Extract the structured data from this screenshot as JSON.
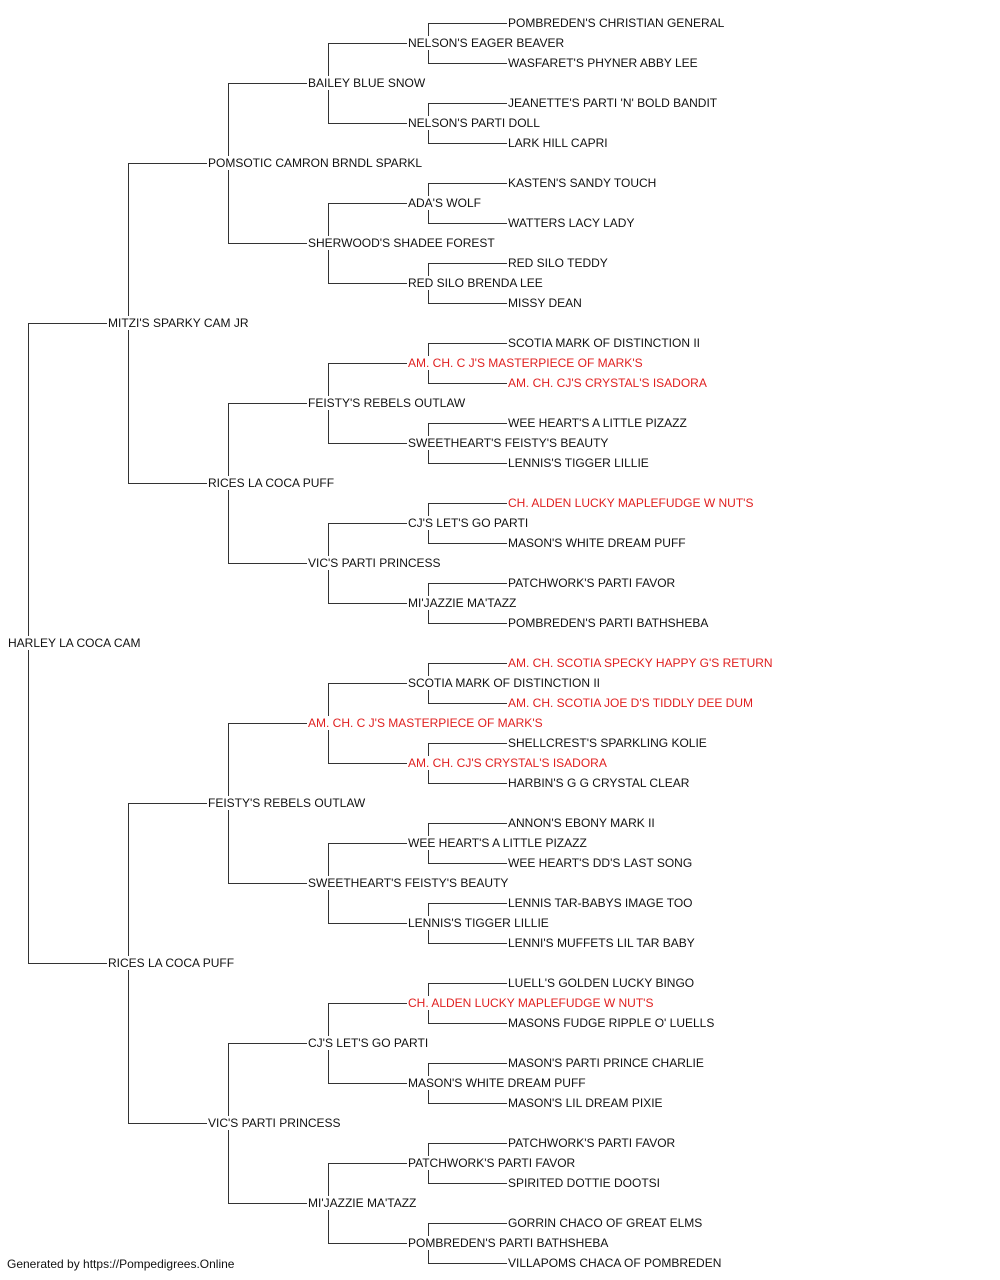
{
  "pedigree": {
    "subject": {
      "name": "HARLEY LA COCA CAM",
      "champion": false
    },
    "sire": {
      "name": "MITZI'S SPARKY CAM JR",
      "champion": false,
      "sire": {
        "name": "POMSOTIC CAMRON BRNDL SPARKL",
        "champion": false,
        "sire": {
          "name": "BAILEY BLUE SNOW",
          "champion": false,
          "sire": {
            "name": "NELSON'S EAGER BEAVER",
            "champion": false,
            "sire": {
              "name": "POMBREDEN'S CHRISTIAN GENERAL",
              "champion": false
            },
            "dam": {
              "name": "WASFARET'S PHYNER ABBY LEE",
              "champion": false
            }
          },
          "dam": {
            "name": "NELSON'S PARTI DOLL",
            "champion": false,
            "sire": {
              "name": "JEANETTE'S PARTI 'N' BOLD BANDIT",
              "champion": false
            },
            "dam": {
              "name": "LARK HILL CAPRI",
              "champion": false
            }
          }
        },
        "dam": {
          "name": "SHERWOOD'S SHADEE FOREST",
          "champion": false,
          "sire": {
            "name": "ADA'S WOLF",
            "champion": false,
            "sire": {
              "name": "KASTEN'S SANDY TOUCH",
              "champion": false
            },
            "dam": {
              "name": "WATTERS LACY LADY",
              "champion": false
            }
          },
          "dam": {
            "name": "RED SILO BRENDA LEE",
            "champion": false,
            "sire": {
              "name": "RED SILO TEDDY",
              "champion": false
            },
            "dam": {
              "name": "MISSY DEAN",
              "champion": false
            }
          }
        }
      },
      "dam": {
        "name": "RICES LA COCA PUFF",
        "champion": false,
        "sire": {
          "name": "FEISTY'S REBELS OUTLAW",
          "champion": false,
          "sire": {
            "name": "AM. CH. C J'S MASTERPIECE OF MARK'S",
            "champion": true,
            "sire": {
              "name": "SCOTIA MARK OF DISTINCTION II",
              "champion": false
            },
            "dam": {
              "name": "AM. CH. CJ'S CRYSTAL'S ISADORA",
              "champion": true
            }
          },
          "dam": {
            "name": "SWEETHEART'S FEISTY'S BEAUTY",
            "champion": false,
            "sire": {
              "name": "WEE HEART'S A LITTLE PIZAZZ",
              "champion": false
            },
            "dam": {
              "name": "LENNIS'S TIGGER LILLIE",
              "champion": false
            }
          }
        },
        "dam": {
          "name": "VIC'S PARTI PRINCESS",
          "champion": false,
          "sire": {
            "name": "CJ'S LET'S GO PARTI",
            "champion": false,
            "sire": {
              "name": "CH. ALDEN LUCKY MAPLEFUDGE W NUT'S",
              "champion": true
            },
            "dam": {
              "name": "MASON'S WHITE DREAM PUFF",
              "champion": false
            }
          },
          "dam": {
            "name": "MI'JAZZIE MA'TAZZ",
            "champion": false,
            "sire": {
              "name": "PATCHWORK'S PARTI FAVOR",
              "champion": false
            },
            "dam": {
              "name": "POMBREDEN'S PARTI BATHSHEBA",
              "champion": false
            }
          }
        }
      }
    },
    "dam": {
      "name": "RICES LA COCA PUFF",
      "champion": false,
      "sire": {
        "name": "FEISTY'S REBELS OUTLAW",
        "champion": false,
        "sire": {
          "name": "AM. CH. C J'S MASTERPIECE OF MARK'S",
          "champion": true,
          "sire": {
            "name": "SCOTIA MARK OF DISTINCTION II",
            "champion": false,
            "sire": {
              "name": "AM. CH. SCOTIA SPECKY HAPPY G'S RETURN",
              "champion": true
            },
            "dam": {
              "name": "AM. CH. SCOTIA JOE D'S TIDDLY DEE DUM",
              "champion": true
            }
          },
          "dam": {
            "name": "AM. CH. CJ'S CRYSTAL'S ISADORA",
            "champion": true,
            "sire": {
              "name": "SHELLCREST'S SPARKLING KOLIE",
              "champion": false
            },
            "dam": {
              "name": "HARBIN'S G G CRYSTAL CLEAR",
              "champion": false
            }
          }
        },
        "dam": {
          "name": "SWEETHEART'S FEISTY'S BEAUTY",
          "champion": false,
          "sire": {
            "name": "WEE HEART'S A LITTLE PIZAZZ",
            "champion": false,
            "sire": {
              "name": "ANNON'S EBONY MARK II",
              "champion": false
            },
            "dam": {
              "name": "WEE HEART'S DD'S LAST SONG",
              "champion": false
            }
          },
          "dam": {
            "name": "LENNIS'S TIGGER LILLIE",
            "champion": false,
            "sire": {
              "name": "LENNIS TAR-BABYS IMAGE TOO",
              "champion": false
            },
            "dam": {
              "name": "LENNI'S MUFFETS LIL TAR BABY",
              "champion": false
            }
          }
        }
      },
      "dam": {
        "name": "VIC'S PARTI PRINCESS",
        "champion": false,
        "sire": {
          "name": "CJ'S LET'S GO PARTI",
          "champion": false,
          "sire": {
            "name": "CH. ALDEN LUCKY MAPLEFUDGE W NUT'S",
            "champion": true,
            "sire": {
              "name": "LUELL'S GOLDEN LUCKY BINGO",
              "champion": false
            },
            "dam": {
              "name": "MASONS FUDGE RIPPLE O' LUELLS",
              "champion": false
            }
          },
          "dam": {
            "name": "MASON'S WHITE DREAM PUFF",
            "champion": false,
            "sire": {
              "name": "MASON'S PARTI PRINCE CHARLIE",
              "champion": false
            },
            "dam": {
              "name": "MASON'S LIL DREAM PIXIE",
              "champion": false
            }
          }
        },
        "dam": {
          "name": "MI'JAZZIE MA'TAZZ",
          "champion": false,
          "sire": {
            "name": "PATCHWORK'S PARTI FAVOR",
            "champion": false,
            "sire": {
              "name": "PATCHWORK'S PARTI FAVOR",
              "champion": false
            },
            "dam": {
              "name": "SPIRITED DOTTIE DOOTSI",
              "champion": false
            }
          },
          "dam": {
            "name": "POMBREDEN'S PARTI BATHSHEBA",
            "champion": false,
            "sire": {
              "name": "GORRIN CHACO OF GREAT ELMS",
              "champion": false
            },
            "dam": {
              "name": "VILLAPOMS CHACA OF POMBREDEN",
              "champion": false
            }
          }
        }
      }
    }
  },
  "footer": "Generated by https://Pompedigrees.Online",
  "colors": {
    "champion": "#e02020",
    "text": "#111111",
    "line": "#333333"
  }
}
